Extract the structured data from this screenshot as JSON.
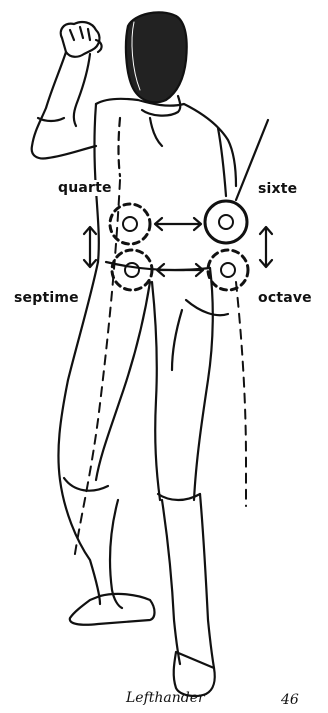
{
  "labels": {
    "quarte": "quarte",
    "sixte": "sixte",
    "septime": "septime",
    "octave": "octave"
  },
  "caption": {
    "text": "Lefthander",
    "page_number": "46"
  },
  "colors": {
    "ink": "#111111",
    "mask": "#222222",
    "paper": "#ffffff"
  },
  "icons": [
    "fencer-figure",
    "fencing-mask",
    "double-arrow-horizontal",
    "double-arrow-vertical",
    "dashed-target-circle",
    "solid-target-circle"
  ]
}
